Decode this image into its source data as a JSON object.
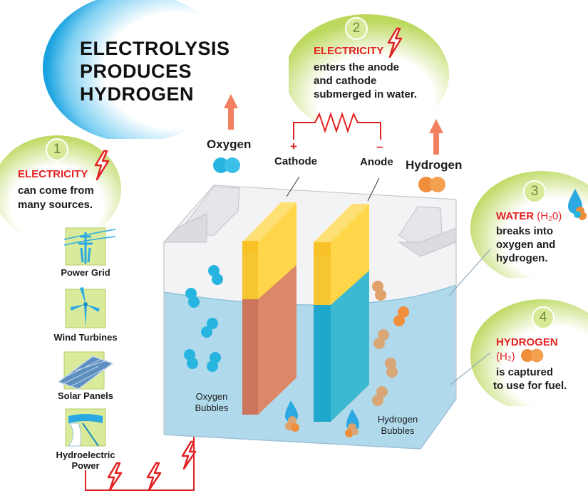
{
  "title": {
    "line1": "ELECTROLYSIS",
    "line2": "PRODUCES",
    "line3": "HYDROGEN"
  },
  "steps": [
    {
      "number": "1",
      "heading": "ELECTRICITY",
      "line1": "can come from",
      "line2": "many sources."
    },
    {
      "number": "2",
      "heading": "ELECTRICITY",
      "line1": "enters the anode",
      "line2": "and cathode",
      "line3": "submerged in water."
    },
    {
      "number": "3",
      "heading": "WATER",
      "heading_formula": "(H₂0)",
      "line1": "breaks into",
      "line2": "oxygen and",
      "line3": "hydrogen."
    },
    {
      "number": "4",
      "heading": "HYDROGEN",
      "heading_formula": "(H₂)",
      "line1": "is captured",
      "line2": "to use for fuel."
    }
  ],
  "sources": [
    {
      "label": "Power Grid",
      "icon": "power-grid-icon"
    },
    {
      "label": "Wind Turbines",
      "icon": "wind-turbine-icon"
    },
    {
      "label": "Solar Panels",
      "icon": "solar-panel-icon"
    },
    {
      "label": "Hydroelectric",
      "label2": "Power",
      "icon": "hydroelectric-icon"
    }
  ],
  "labels": {
    "oxygen": "Oxygen",
    "hydrogen": "Hydrogen",
    "cathode": "Cathode",
    "anode": "Anode",
    "plus": "+",
    "minus": "–",
    "oxygen_bubbles_1": "Oxygen",
    "oxygen_bubbles_2": "Bubbles",
    "hydrogen_bubbles_1": "Hydrogen",
    "hydrogen_bubbles_2": "Bubbles"
  },
  "colors": {
    "accent_red": "#e22222",
    "oxygen_blue": "#27b5e0",
    "hydrogen_orange": "#ef8f3c",
    "step_green": "#c9e07a",
    "title_blue": "#2aa9e3",
    "water": "#a8d6ea",
    "cathode_yellow": "#ffd54a",
    "anode_teal": "#1fb2d6",
    "cathode_rust": "#d87e6a"
  }
}
